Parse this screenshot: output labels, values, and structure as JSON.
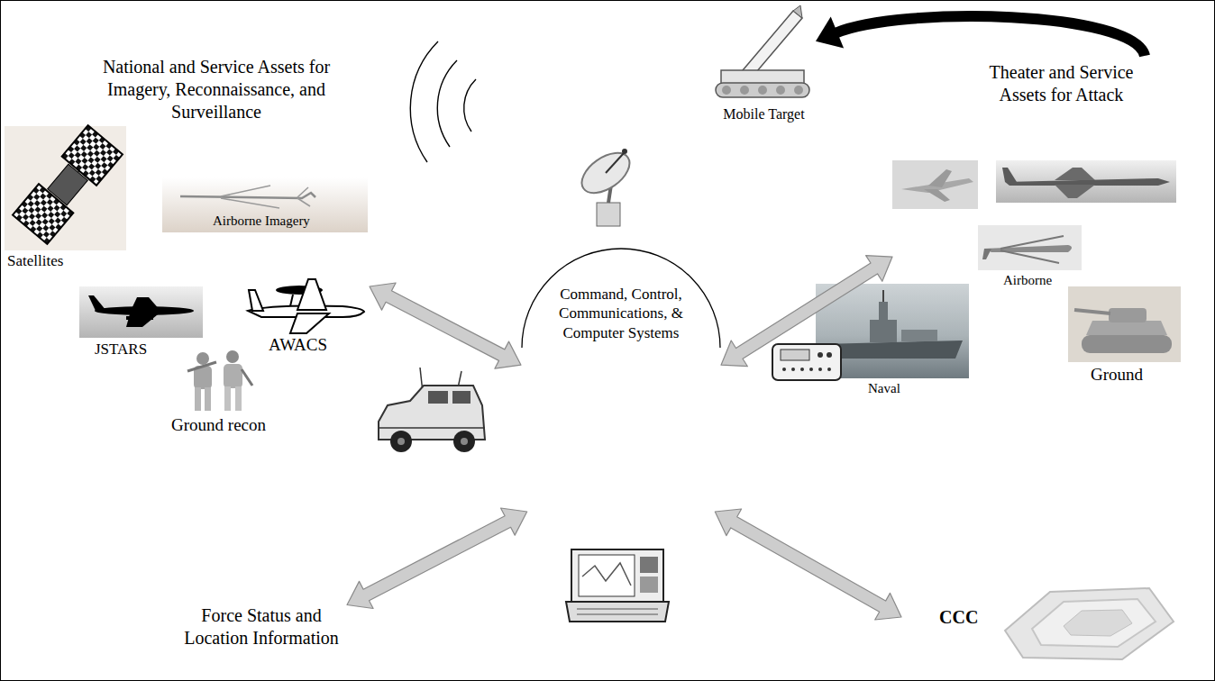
{
  "diagram": {
    "nodes": [
      {
        "text": [
          "National and Service Assets for Imagery, Reconnaissance, and Surveillance"
        ]
      },
      {
        "text": [
          "Mobile Target"
        ]
      },
      {
        "text": [
          "Theater and Service Assets for Attack"
        ]
      },
      {
        "text": [
          "Command, Control, Communications, & Computer Systems"
        ]
      },
      {
        "text": [
          "Force Status and Location Information"
        ]
      },
      {
        "text": [
          "CCC"
        ]
      }
    ],
    "edges": [
      {
        "from": 0,
        "to": 3,
        "arrow": "both"
      },
      {
        "from": 2,
        "to": 3,
        "arrow": "both"
      },
      {
        "from": 2,
        "to": 1,
        "arrow": "to"
      },
      {
        "from": 4,
        "to": 3,
        "arrow": "both"
      },
      {
        "from": 5,
        "to": 3,
        "arrow": "both"
      }
    ],
    "labels": [
      "Satellites",
      "Airborne Imagery",
      "JSTARS",
      "AWACS",
      "Ground recon",
      "Airborne",
      "Naval",
      "Ground"
    ]
  }
}
